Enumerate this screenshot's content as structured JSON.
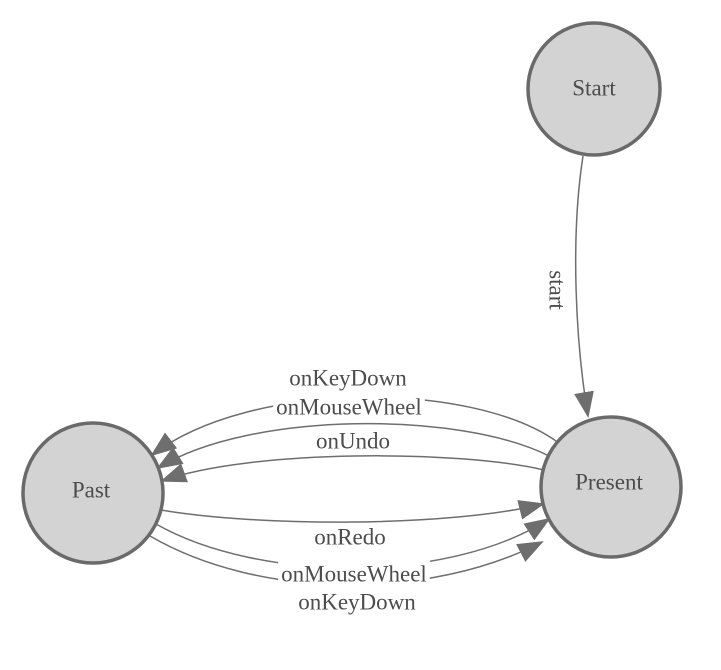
{
  "diagram": {
    "type": "state-machine",
    "colors": {
      "background": "#ffffff",
      "node_fill": "#d3d3d3",
      "node_stroke": "#6a6a6a",
      "edge_color": "#6e6e6e",
      "label_color": "#4c4c4c"
    },
    "nodes": [
      {
        "id": "start",
        "label": "Start"
      },
      {
        "id": "present",
        "label": "Present"
      },
      {
        "id": "past",
        "label": "Past"
      }
    ],
    "edges": [
      {
        "from": "Start",
        "to": "Present",
        "label": "start"
      },
      {
        "from": "Present",
        "to": "Past",
        "label": "onKeyDown"
      },
      {
        "from": "Present",
        "to": "Past",
        "label": "onMouseWheel"
      },
      {
        "from": "Present",
        "to": "Past",
        "label": "onUndo"
      },
      {
        "from": "Past",
        "to": "Present",
        "label": "onRedo"
      },
      {
        "from": "Past",
        "to": "Present",
        "label": "onMouseWheel"
      },
      {
        "from": "Past",
        "to": "Present",
        "label": "onKeyDown"
      }
    ]
  }
}
